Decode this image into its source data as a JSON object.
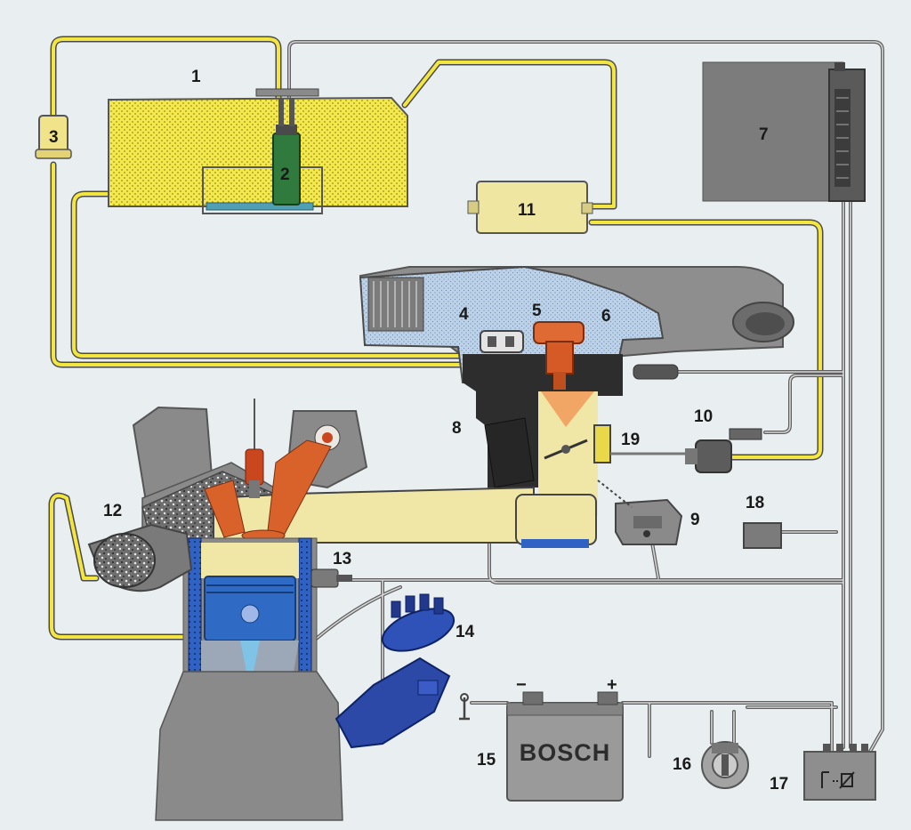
{
  "labels": {
    "n1": "1",
    "n2": "2",
    "n3": "3",
    "n4": "4",
    "n5": "5",
    "n6": "6",
    "n7": "7",
    "n8": "8",
    "n9": "9",
    "n10": "10",
    "n11": "11",
    "n12": "12",
    "n13": "13",
    "n14": "14",
    "n15": "15",
    "n16": "16",
    "n17": "17",
    "n18": "18",
    "n19": "19"
  },
  "battery": {
    "brand": "BOSCH",
    "minus": "−",
    "plus": "+"
  },
  "colors": {
    "fuel": "#f3e640",
    "fuel_light": "#efe6a2",
    "component_grey": "#8a8a8a",
    "air_blue": "#b9cfe6",
    "pump_green": "#2f7a3c",
    "injector_orange": "#e06a34",
    "distributor_blue": "#2c49a8",
    "piston_blue": "#2f6bc4",
    "wire": "#8c8c8c"
  }
}
